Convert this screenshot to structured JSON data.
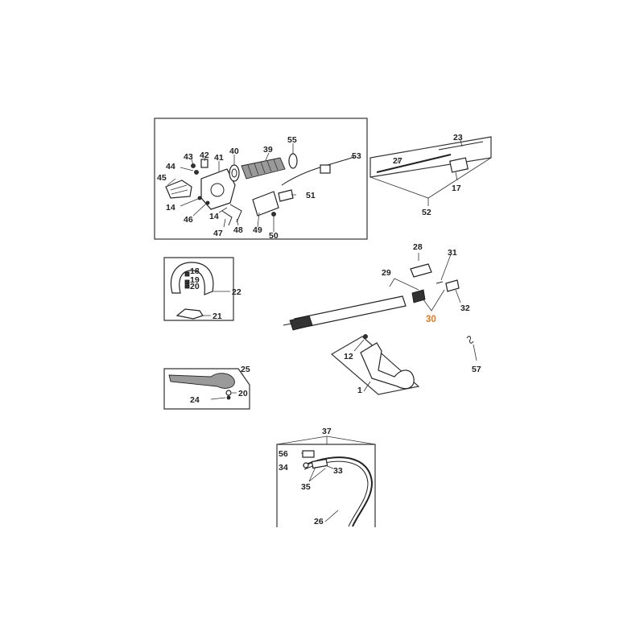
{
  "highlight_color": "#e07a1f",
  "callouts": {
    "c1": "1",
    "c12": "12",
    "c14a": "14",
    "c14b": "14",
    "c17": "17",
    "c18": "18",
    "c19": "19",
    "c20a": "20",
    "c20b": "20",
    "c21": "21",
    "c22": "22",
    "c23": "23",
    "c24": "24",
    "c25": "25",
    "c26": "26",
    "c27": "27",
    "c28": "28",
    "c29": "29",
    "c30": "30",
    "c31": "31",
    "c32": "32",
    "c33": "33",
    "c34": "34",
    "c35": "35",
    "c37": "37",
    "c39": "39",
    "c40": "40",
    "c41": "41",
    "c42": "42",
    "c43": "43",
    "c44": "44",
    "c45": "45",
    "c46": "46",
    "c47": "47",
    "c48": "48",
    "c49": "49",
    "c50": "50",
    "c51": "51",
    "c52": "52",
    "c53": "53",
    "c55": "55",
    "c56": "56",
    "c57": "57"
  }
}
